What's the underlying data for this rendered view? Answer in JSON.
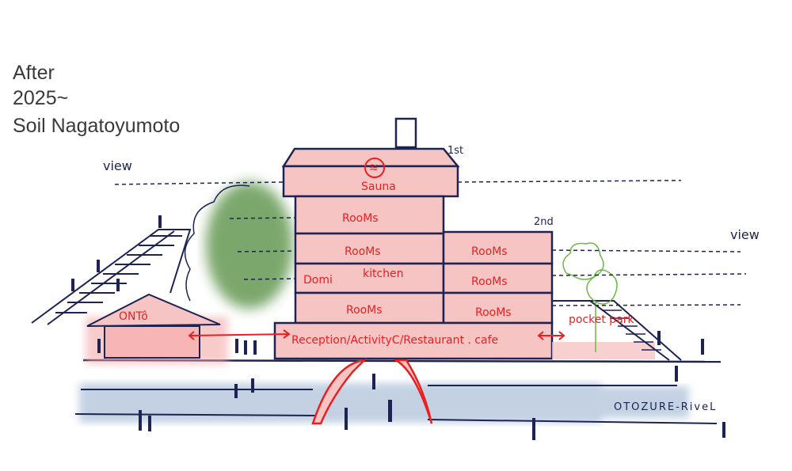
{
  "header": {
    "line1": "After",
    "line2": "2025~",
    "line3": "Soil Nagatoyumoto"
  },
  "labels": {
    "floor_1st": "1st",
    "floor_2nd": "2nd",
    "view_left": "view",
    "view_right": "view",
    "sauna": "Sauna",
    "rooms": [
      "RooMs",
      "RooMs",
      "RooMs",
      "RooMs",
      "RooMs",
      "RooMs"
    ],
    "domi": "Domi",
    "kitchen": "kitchen",
    "ground_floor": "Reception/ActivityC/Restaurant . cafe",
    "onto": "ONTô",
    "pocket_park": "pocket park",
    "river": "OTOZURE-RiveL"
  },
  "colors": {
    "building_fill": "#f7c4c4",
    "ink": "#1d2352",
    "accent": "#e82020",
    "tree": "#4f8a3a",
    "river": "#b8c8dc",
    "park_tree": "#6cb845"
  }
}
